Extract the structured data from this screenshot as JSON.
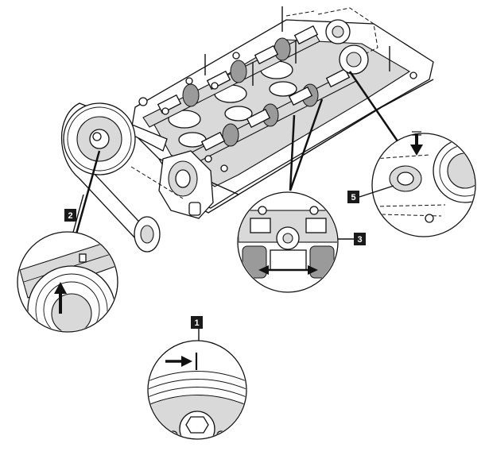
{
  "callouts": [
    {
      "id": "callout-1",
      "label": "1"
    },
    {
      "id": "callout-2",
      "label": "2"
    },
    {
      "id": "callout-3",
      "label": "3"
    },
    {
      "id": "callout-5",
      "label": "5"
    }
  ],
  "colors": {
    "ink": "#111111",
    "paper": "#ffffff",
    "shade": "#d9d9d9"
  }
}
